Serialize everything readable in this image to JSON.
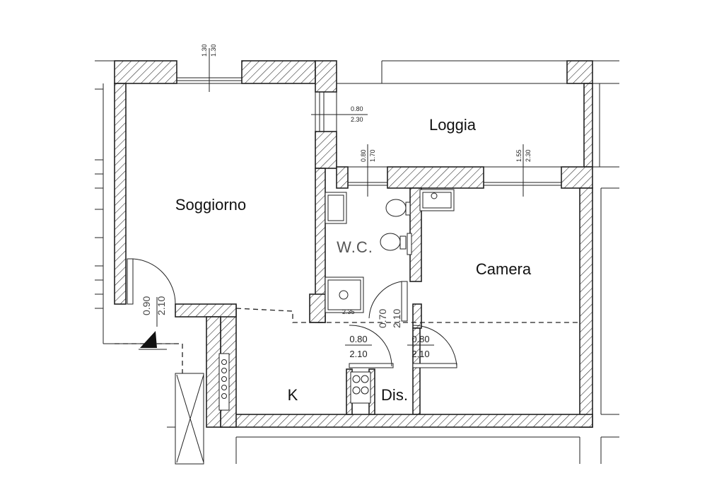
{
  "rooms": {
    "soggiorno": "Soggiorno",
    "loggia": "Loggia",
    "wc": "W.C.",
    "camera": "Camera",
    "kitchen": "K",
    "dis": "Dis."
  },
  "dimensions": {
    "top_window_a": "1.30",
    "top_window_b": "1.30",
    "loggia_door_w": "0.80",
    "loggia_door_h": "2.30",
    "wc_window_w": "0.80",
    "wc_window_h": "1.70",
    "camera_window_w": "1.55",
    "camera_window_h": "2.30",
    "entry_door_w": "0.90",
    "entry_door_h": "2.10",
    "wc_door_w": "0.70",
    "wc_door_h": "2.10",
    "shower_dim": "2.35",
    "k_door_w": "0.80",
    "k_door_h": "2.10",
    "camera_door_w": "0.80",
    "camera_door_h": "2.10"
  }
}
